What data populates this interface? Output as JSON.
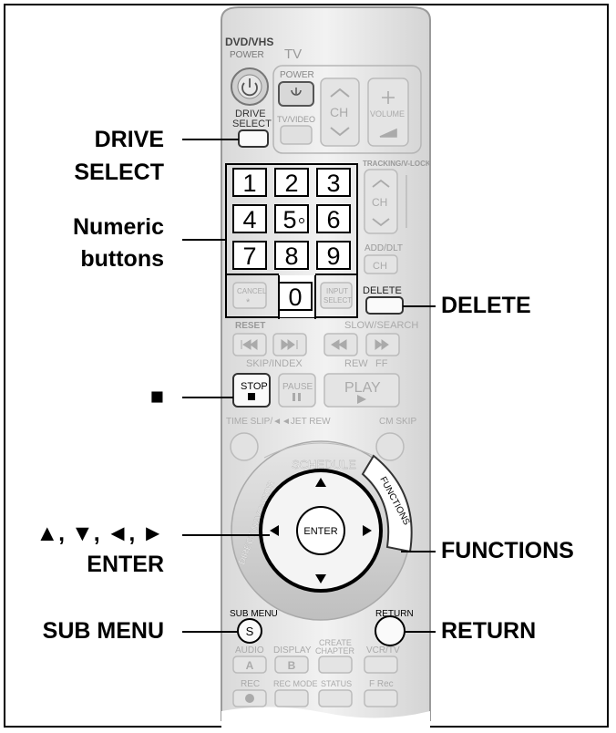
{
  "callouts": {
    "drive_select_1": "DRIVE",
    "drive_select_2": "SELECT",
    "numeric_1": "Numeric",
    "numeric_2": "buttons",
    "stop": "■",
    "arrows": "▲, ▼, ◄, ►",
    "enter": "ENTER",
    "sub_menu": "SUB MENU",
    "delete": "DELETE",
    "functions": "FUNCTIONS",
    "return": "RETURN"
  },
  "remote": {
    "dvd_vhs": "DVD/VHS",
    "power": "POWER",
    "tv": "TV",
    "tv_power": "POWER",
    "tv_video": "TV/VIDEO",
    "ch": "CH",
    "volume": "VOLUME",
    "drive_select_1": "DRIVE",
    "drive_select_2": "SELECT",
    "tracking": "TRACKING/V-LOCK",
    "ch2": "CH",
    "add_dlt": "ADD/DLT",
    "ch3": "CH",
    "numbers": [
      "1",
      "2",
      "3",
      "4",
      "5",
      "6",
      "7",
      "8",
      "9",
      "0"
    ],
    "cancel": "CANCEL",
    "input_1": "INPUT",
    "input_2": "SELECT",
    "delete": "DELETE",
    "reset": "RESET",
    "slow_search": "SLOW/SEARCH",
    "skip_index": "SKIP/INDEX",
    "rew": "REW",
    "ff": "FF",
    "stop": "STOP",
    "pause": "PAUSE",
    "play": "PLAY",
    "time_slip": "TIME SLIP/◄◄JET REW",
    "cm_skip": "CM SKIP",
    "schedule": "SCHEDULE",
    "direct_navigator": "DIRECT NAVIGATOR",
    "functions": "FUNCTIONS",
    "enter": "ENTER",
    "sub_menu": "SUB MENU",
    "s": "S",
    "return": "RETURN",
    "audio": "AUDIO",
    "a": "A",
    "display": "DISPLAY",
    "b": "B",
    "create_1": "CREATE",
    "create_2": "CHAPTER",
    "vcr_tv": "VCR/TV",
    "rec": "REC",
    "rec_mode": "REC MODE",
    "status": "STATUS",
    "f_rec": "F Rec"
  }
}
